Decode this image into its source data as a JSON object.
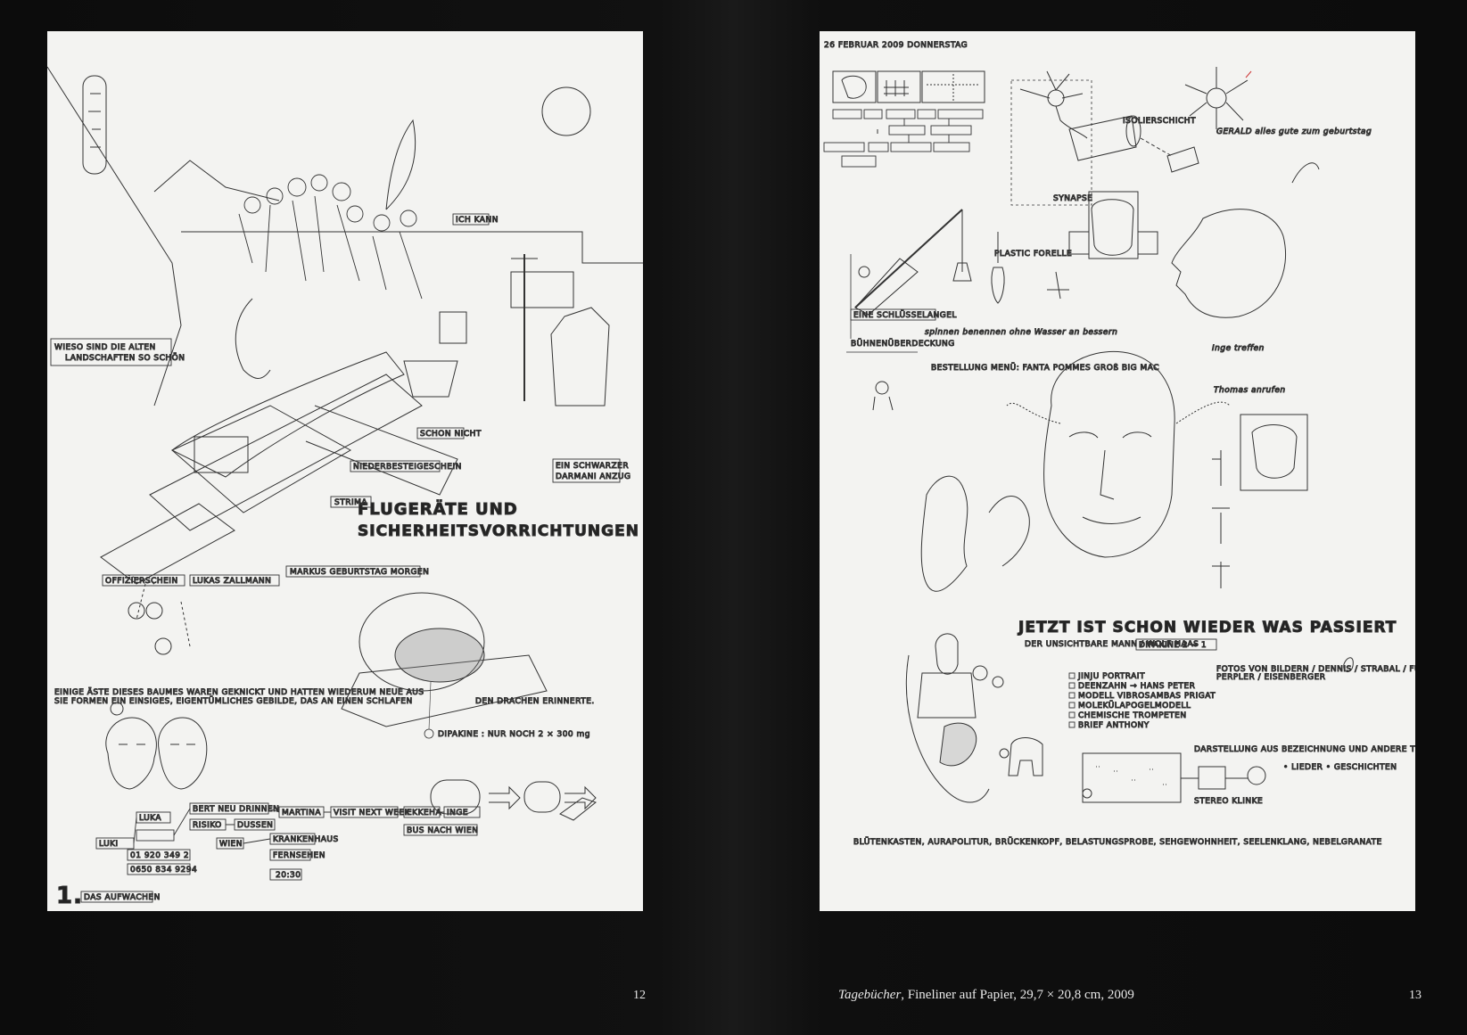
{
  "left_page": {
    "page_number": "12",
    "drawing": {
      "title_line1": "FLUGERÄTE UND",
      "title_line2": "SICHERHEITSVORRICHTUNGEN",
      "labels": {
        "wieso": "WIESO SIND DIE ALTEN",
        "wieso2": "LANDSCHAFTEN SO SCHÖN",
        "ich_kann": "ICH KANN",
        "schon_nicht": "SCHON NICHT",
        "niederbesteigeschein": "NIEDERBESTEIGESCHEIN",
        "anzug": "EIN SCHWARZER",
        "anzug2": "DARMANI ANZUG",
        "strima": "STRIMA",
        "offizierschein": "OFFIZIERSCHEIN",
        "lukas": "LUKAS ZALLMANN",
        "markus": "MARKUS GEBURTSTAG MORGEN",
        "dipakine": "DIPAKINE : NUR NOCH 2 × 300 mg",
        "paragraph": "EINIGE ÄSTE DIESES BAUMES WAREN GEKNICKT UND HATTEN WIEDERUM NEUE AUS",
        "paragraph2": "SIE FORMEN EIN EINSIGES, EIGENTÜMLICHES GEBILDE, DAS AN EINEN SCHLAFEN",
        "paragraph3": "DEN DRACHEN ERINNERTE.",
        "sheet_number": "1.",
        "das_aufwachen": "DAS AUFWACHEN"
      },
      "flow": [
        "LUKA",
        "LUKI",
        "BERT NEU DRINNEN",
        "RISIKO",
        "MARTINA",
        "VISIT NEXT WEEK",
        "EKKEHA",
        "DUSSEN",
        "INGE",
        "BUS NACH WIEN",
        "WIEN",
        "KRANKENHAUS",
        "FERNSEHEN",
        "20:30",
        "01 920 349 2",
        "0650 834 9294"
      ]
    }
  },
  "right_page": {
    "page_number": "13",
    "caption_title": "Tagebücher",
    "caption_rest": ", Fineliner auf Papier, 29,7 × 20,8 cm, 2009",
    "drawing": {
      "date": "26 FEBRUAR 2009   DONNERSTAG",
      "headline": "JETZT IST SCHON WIEDER WAS PASSIERT",
      "sub_headline": "DER UNSICHTBARE MANN / WOLF HAAS",
      "dipakine": "DIPAKINE 2 → 1",
      "gerald": "GERALD  alles gute zum geburtstag",
      "thomas": "Thomas anrufen",
      "inge": "Inge treffen",
      "schluessel": "EINE SCHLÜSSELANGEL",
      "plastic": "PLASTIC FORELLE",
      "synapse": "SYNAPSE",
      "isolierschicht": "ISOLIERSCHICHT",
      "bestellung": "BESTELLUNG MENÜ: FANTA POMMES GROß BIG MAC",
      "spinnen": "spinnen benennen ohne Wasser an bessern",
      "buhnen": "BÜHNENÜBERDECKUNG",
      "checklist": [
        "JINJU PORTRAIT",
        "DEENZAHN → HANS PETER",
        "MODELL VIBROSAMBAS PRIGAT",
        "MOLEKÜLAPOGELMODELL",
        "CHEMISCHE TROMPETEN",
        "BRIEF ANTHONY"
      ],
      "fotos": "FOTOS VON BILDERN / DENNIS / STRABAL / FUSSBALL",
      "fotos2": "PERPLER / EISENBERGER",
      "bottom_line": "BLÜTENKASTEN, AURAPOLITUR, BRÜCKENKOPF, BELASTUNGSPROBE, SEHGEWOHNHEIT, SEELENKLANG, NEBELGRANATE",
      "lieder": "• LIEDER • GESCHICHTEN",
      "darstellung": "DARSTELLUNG AUS BEZEICHNUNG UND ANDERE TELEFONLEITUNGSSYSTEM",
      "stereo": "STEREO KLINKE"
    }
  }
}
